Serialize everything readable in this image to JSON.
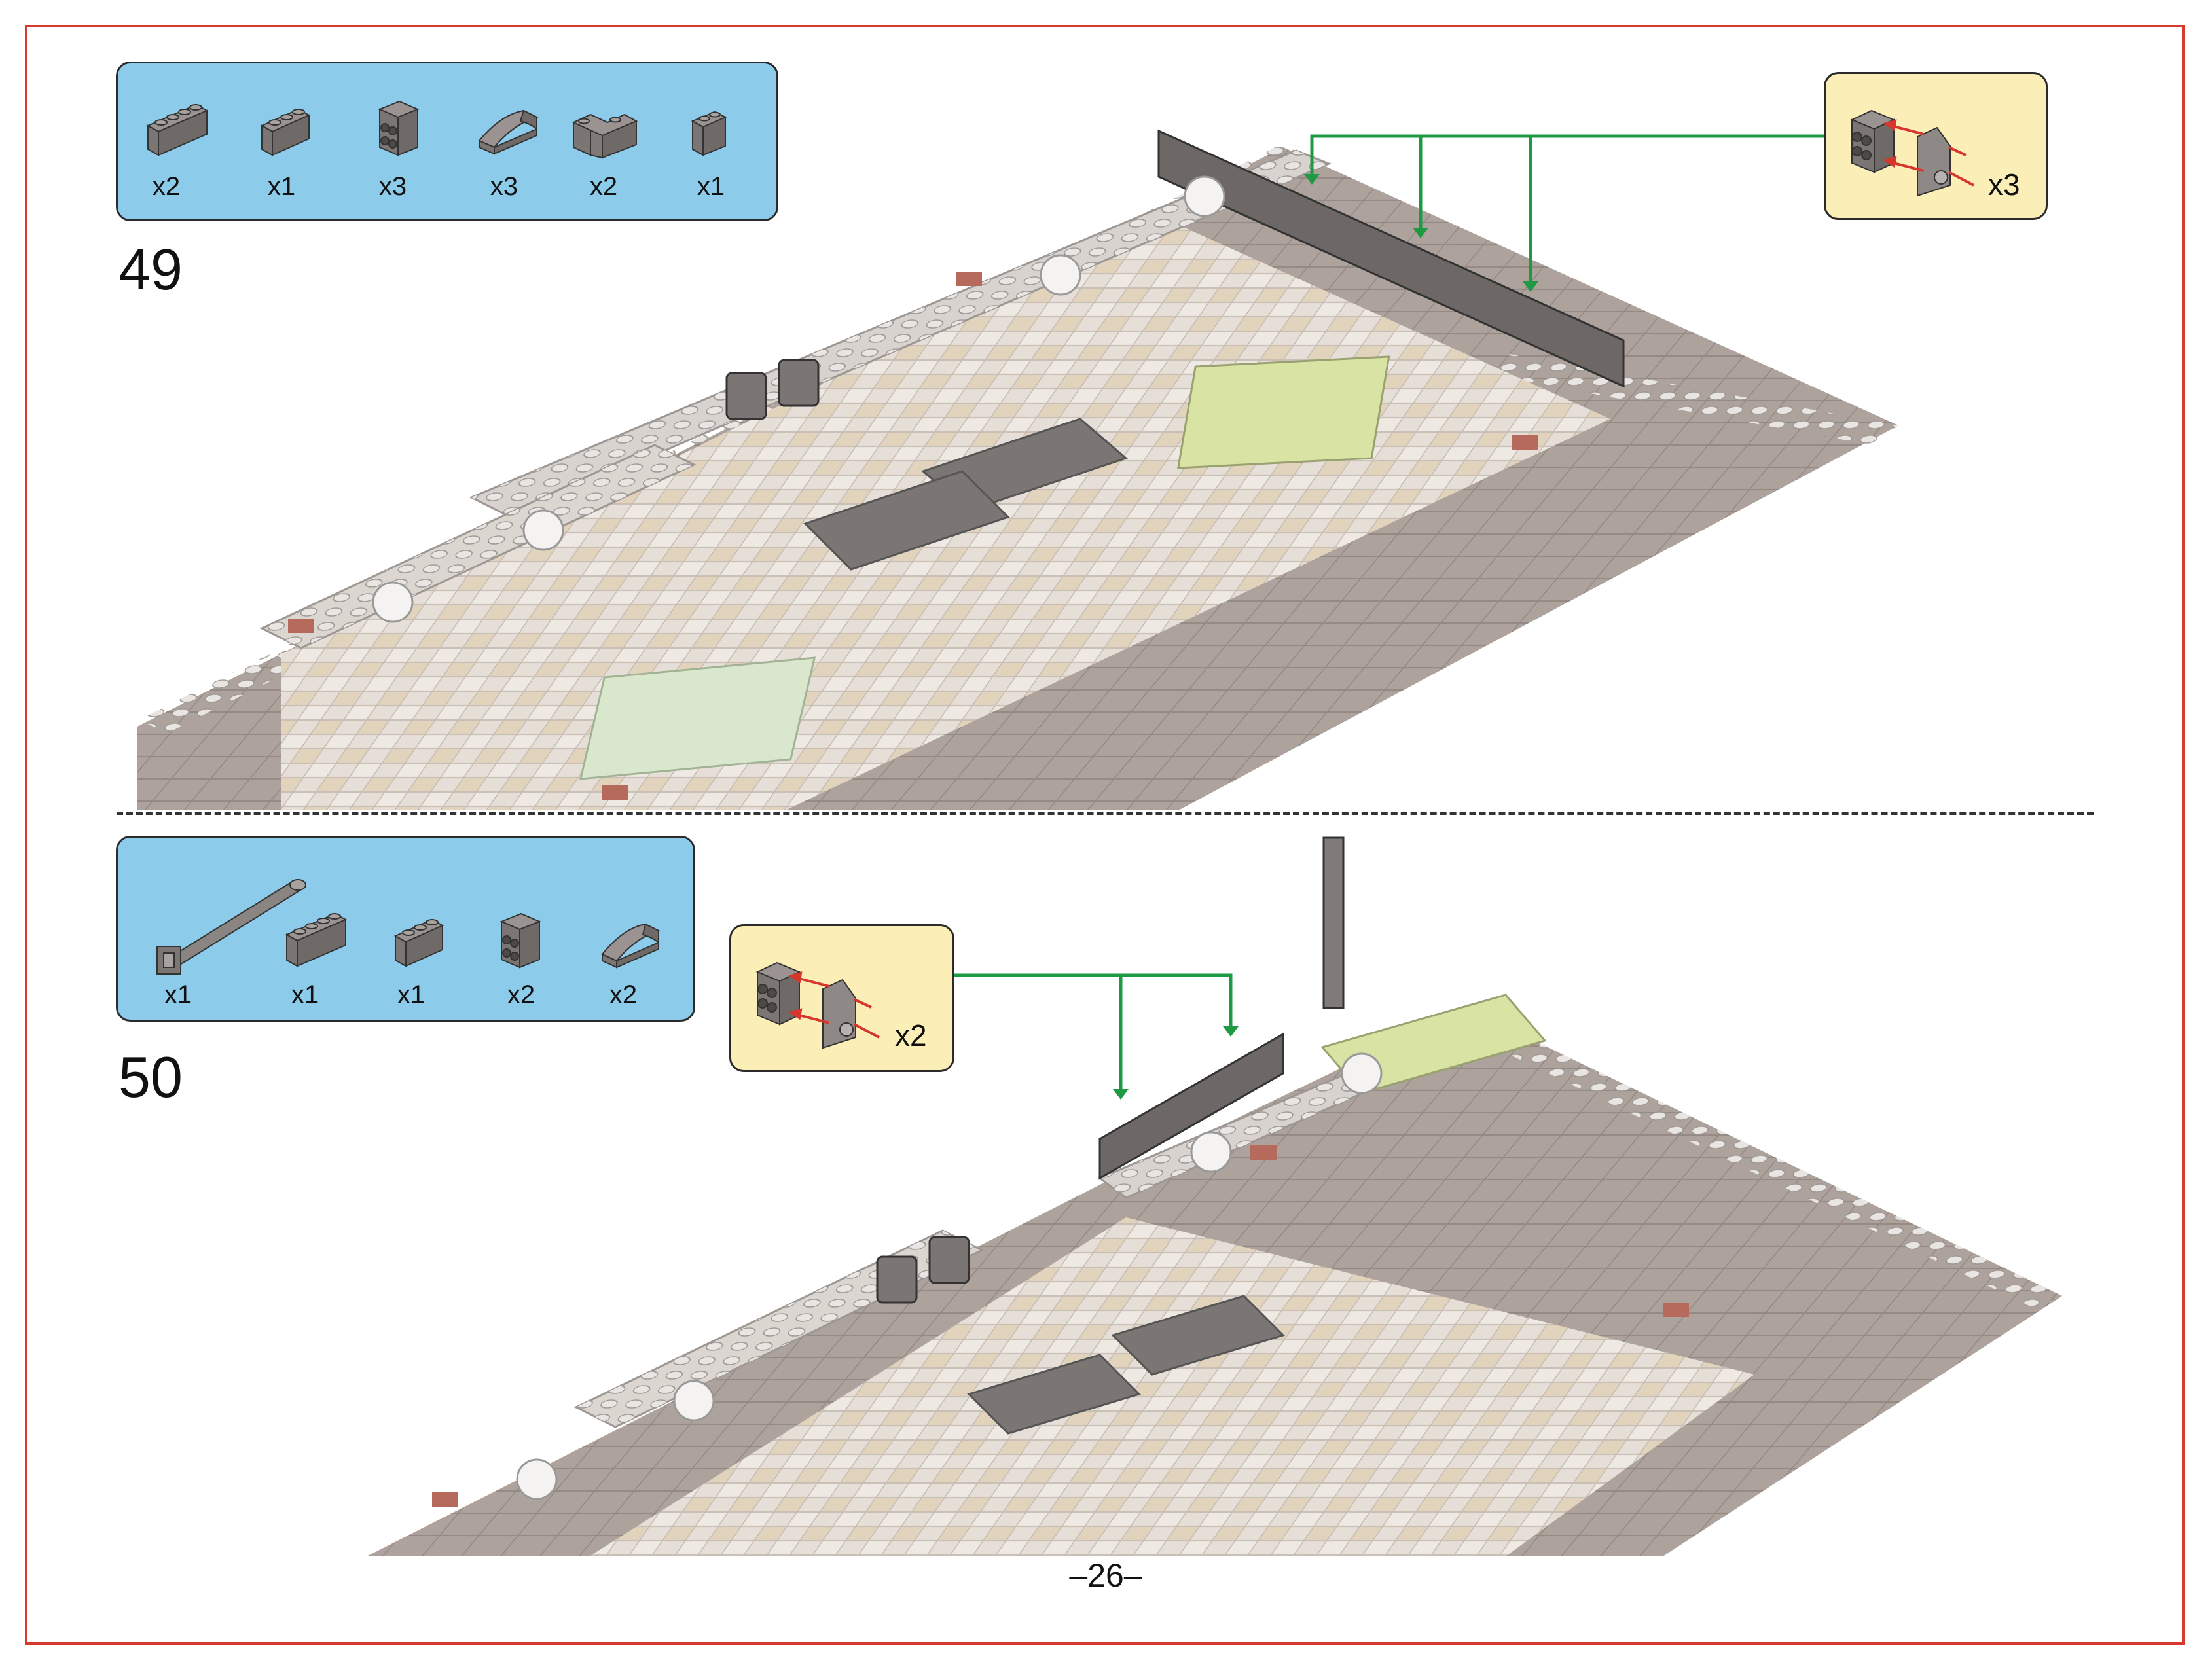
{
  "page_number": "–26–",
  "colors": {
    "border": "#d9382f",
    "parts_panel": "#8dcbea",
    "callout": "#fbeeb7",
    "arrow_green": "#1e9a45",
    "arrow_red": "#d6362b",
    "baseplate": "#aea39c",
    "tile_light": "#e6dfd7",
    "tile_tan": "#e2d3bd",
    "brick_dark": "#6d6866",
    "accent_lime": "#d8e3a4",
    "accent_red": "#b66a5b"
  },
  "steps": [
    {
      "number": "49",
      "parts": [
        {
          "icon": "brick-1x4-icon",
          "qty": "x2"
        },
        {
          "icon": "brick-1x3-icon",
          "qty": "x1"
        },
        {
          "icon": "brick-2x2-studs-side-icon",
          "qty": "x3"
        },
        {
          "icon": "slope-curved-icon",
          "qty": "x3"
        },
        {
          "icon": "brick-corner-icon",
          "qty": "x2"
        },
        {
          "icon": "brick-1x2-icon",
          "qty": "x1"
        }
      ],
      "callout": {
        "qty": "x3",
        "icon": "side-stud-assembly-icon"
      }
    },
    {
      "number": "50",
      "parts": [
        {
          "icon": "bar-with-clip-icon",
          "qty": "x1"
        },
        {
          "icon": "brick-1x4-icon",
          "qty": "x1"
        },
        {
          "icon": "brick-1x3-icon",
          "qty": "x1"
        },
        {
          "icon": "brick-2x2-studs-side-icon",
          "qty": "x2"
        },
        {
          "icon": "slope-curved-icon",
          "qty": "x2"
        }
      ],
      "callout": {
        "qty": "x2",
        "icon": "side-stud-assembly-icon"
      }
    }
  ]
}
